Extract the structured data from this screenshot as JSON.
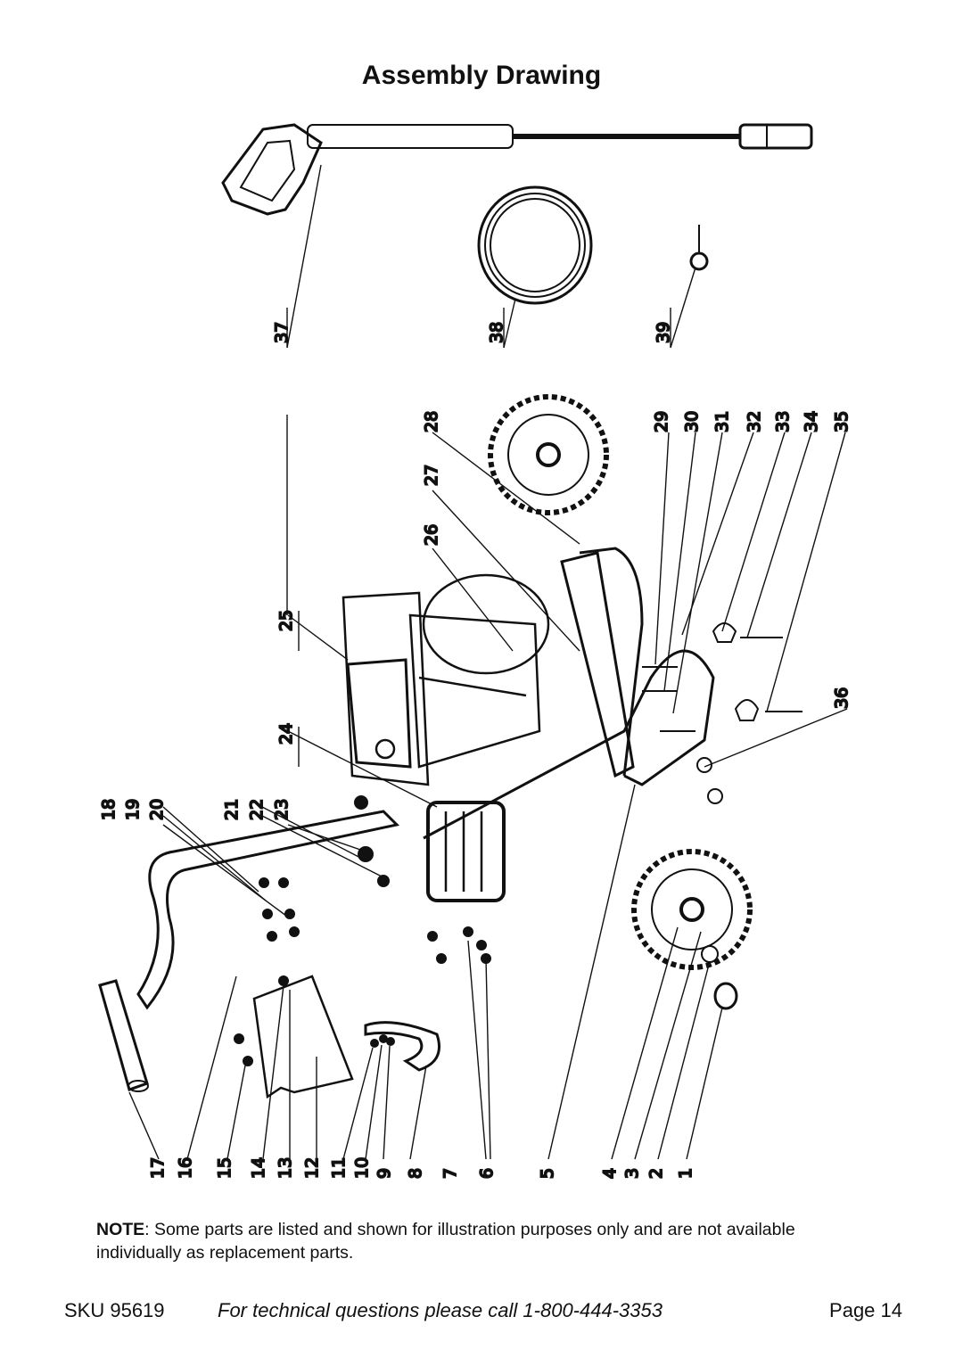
{
  "title": "Assembly Drawing",
  "part_labels": {
    "p1": "1",
    "p2": "2",
    "p3": "3",
    "p4": "4",
    "p5": "5",
    "p6": "6",
    "p7": "7",
    "p8": "8",
    "p9": "9",
    "p10": "10",
    "p11": "11",
    "p12": "12",
    "p13": "13",
    "p14": "14",
    "p15": "15",
    "p16": "16",
    "p17": "17",
    "p18": "18",
    "p19": "19",
    "p20": "20",
    "p21": "21",
    "p22": "22",
    "p23": "23",
    "p24": "24",
    "p25": "25",
    "p26": "26",
    "p27": "27",
    "p28": "28",
    "p29": "29",
    "p30": "30",
    "p31": "31",
    "p32": "32",
    "p33": "33",
    "p34": "34",
    "p35": "35",
    "p36": "36",
    "p37": "37",
    "p38": "38",
    "p39": "39"
  },
  "note": {
    "label": "NOTE",
    "text": ": Some parts are listed and shown for illustration purposes only and are not available individually as replacement parts."
  },
  "footer": {
    "sku": "SKU 95619",
    "tech": "For technical questions please call 1-800-444-3353",
    "page": "Page 14"
  }
}
